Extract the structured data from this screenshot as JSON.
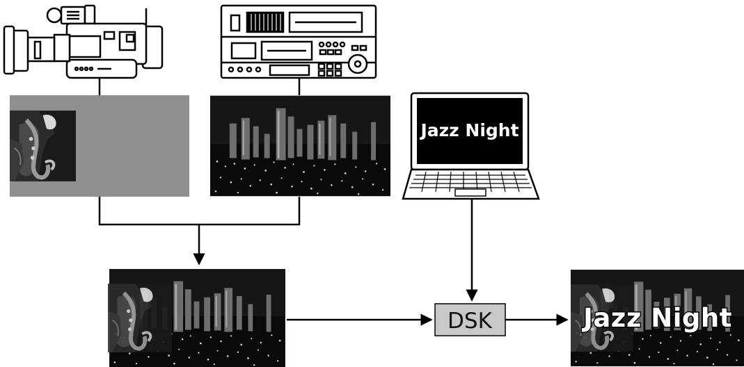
{
  "laptop": {
    "screen_text": "Jazz Night"
  },
  "dsk": {
    "label": "DSK"
  },
  "output": {
    "overlay_text": "Jazz Night"
  },
  "colors": {
    "line": "#000000",
    "dsk_fill": "#c8c8c8",
    "camera_frame_bg": "#8f8f8f",
    "night_sky": "#0a0a0a"
  }
}
